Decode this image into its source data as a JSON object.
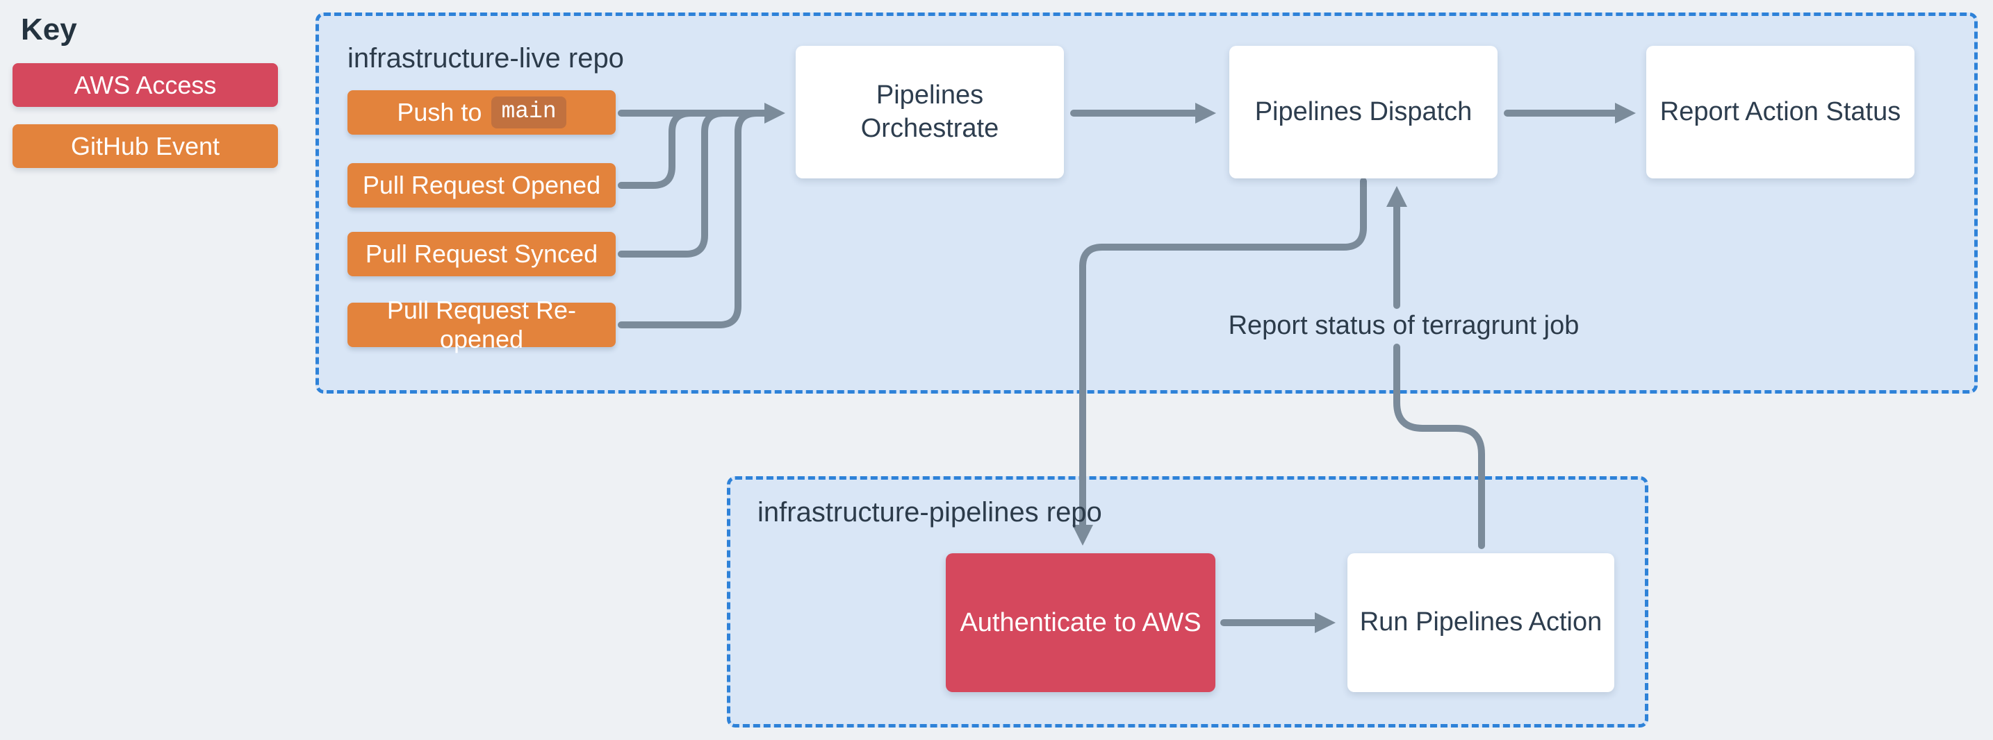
{
  "page": {
    "background": "#eef1f4"
  },
  "key": {
    "title": "Key",
    "items": [
      {
        "label": "AWS Access",
        "color": "#d5485d",
        "meaning": "aws-access"
      },
      {
        "label": "GitHub Event",
        "color": "#e3833c",
        "meaning": "github-event"
      }
    ]
  },
  "groups": {
    "live": {
      "label": "infrastructure-live repo"
    },
    "pipelines": {
      "label": "infrastructure-pipelines repo"
    }
  },
  "nodes": {
    "push_main": {
      "label_prefix": "Push to",
      "branch": "main",
      "type": "github-event"
    },
    "pr_opened": {
      "label": "Pull Request Opened",
      "type": "github-event"
    },
    "pr_synced": {
      "label": "Pull Request Synced",
      "type": "github-event"
    },
    "pr_reopened": {
      "label": "Pull Request Re-opened",
      "type": "github-event"
    },
    "orchestrate": {
      "label": "Pipelines Orchestrate",
      "type": "process"
    },
    "dispatch": {
      "label": "Pipelines Dispatch",
      "type": "process"
    },
    "report_status": {
      "label": "Report Action Status",
      "type": "process"
    },
    "authenticate": {
      "label": "Authenticate to AWS",
      "type": "aws-access"
    },
    "run_action": {
      "label": "Run Pipelines Action",
      "type": "process"
    }
  },
  "annotations": {
    "terragrunt_status": "Report status of terragrunt job"
  },
  "edges": [
    {
      "from": "push_main",
      "to": "orchestrate"
    },
    {
      "from": "pr_opened",
      "to": "orchestrate"
    },
    {
      "from": "pr_synced",
      "to": "orchestrate"
    },
    {
      "from": "pr_reopened",
      "to": "orchestrate"
    },
    {
      "from": "orchestrate",
      "to": "dispatch"
    },
    {
      "from": "dispatch",
      "to": "report_status"
    },
    {
      "from": "dispatch",
      "to": "authenticate"
    },
    {
      "from": "authenticate",
      "to": "run_action"
    },
    {
      "from": "run_action",
      "to": "dispatch",
      "label": "Report status of terragrunt job"
    }
  ],
  "colors": {
    "page_bg": "#eef1f4",
    "repo_fill": "#d9e6f6",
    "repo_border": "#2e82d8",
    "aws_access": "#d5485d",
    "github_event": "#e3833c",
    "branch_chip": "#c1713f",
    "process_bg": "#ffffff",
    "arrow": "#7b8b9a",
    "text_dark": "#2c3b4a"
  }
}
